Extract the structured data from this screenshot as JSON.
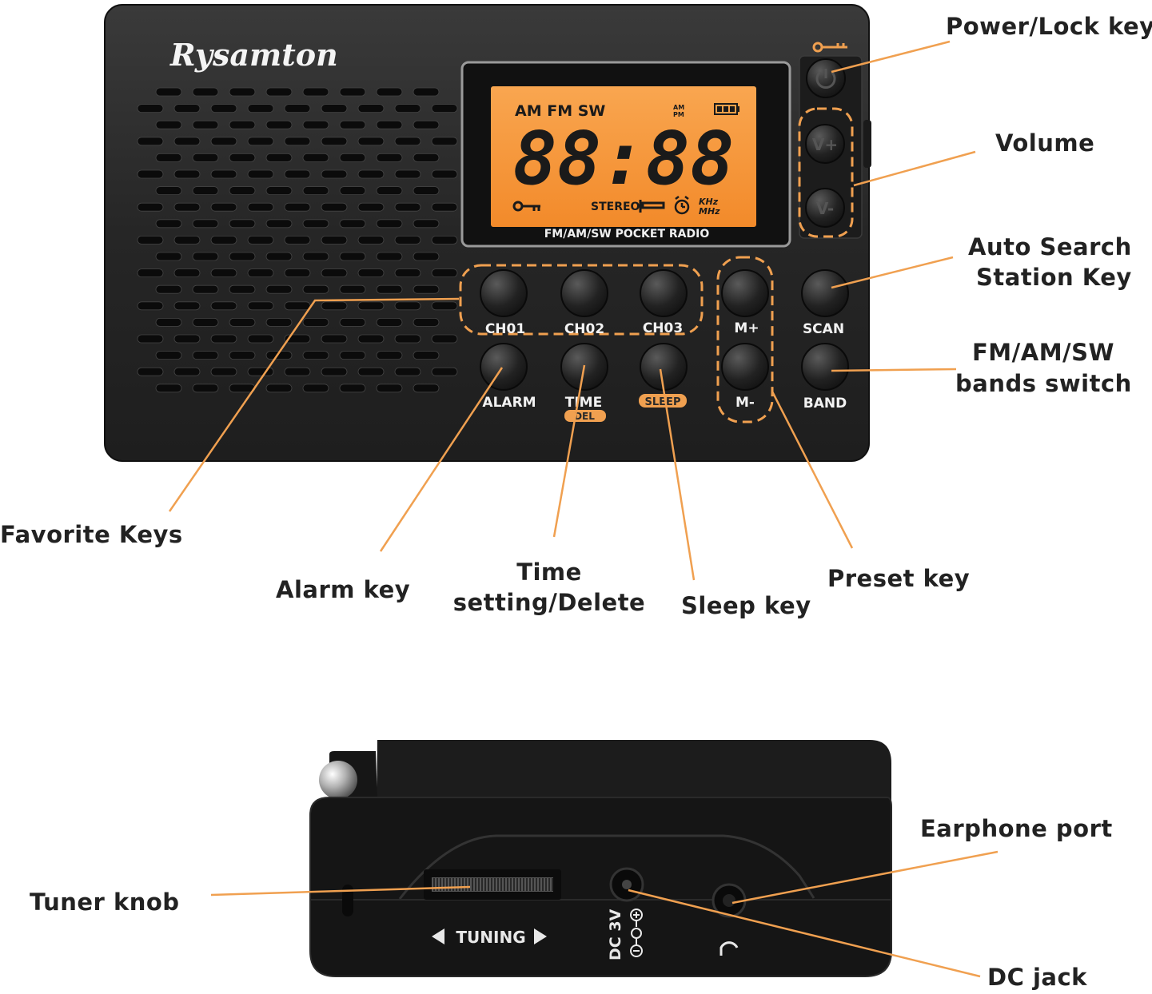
{
  "colors": {
    "accent": "#f0a050",
    "lcd": "#f79a3c",
    "body": "#2a2a2a",
    "label_text": "#222222"
  },
  "device": {
    "brand": "Rysamton",
    "lcd_modes": "AM FM SW",
    "lcd_digits": "88:88",
    "lcd_ampm": "AM\nPM",
    "lcd_stereo": "STEREO",
    "lcd_units": [
      "KHz",
      "MHz"
    ],
    "lcd_caption": "FM/AM/SW POCKET RADIO",
    "buttons": {
      "ch01": "CH01",
      "ch02": "CH02",
      "ch03": "CH03",
      "m_plus": "M+",
      "scan": "SCAN",
      "alarm": "ALARM",
      "time": "TIME",
      "del": "DEL",
      "sleep": "SLEEP",
      "m_minus": "M-",
      "band": "BAND",
      "vol_up": "V+",
      "vol_down": "V-"
    },
    "side": {
      "tuning": "TUNING",
      "dc": "DC 3V"
    }
  },
  "callouts": {
    "power_lock": "Power/Lock key",
    "volume": "Volume",
    "auto_search": [
      "Auto Search",
      "Station Key"
    ],
    "bands_switch": [
      "FM/AM/SW",
      "bands switch"
    ],
    "favorite_keys": "Favorite Keys",
    "alarm_key": "Alarm key",
    "time_setting": [
      "Time",
      "setting/Delete"
    ],
    "sleep_key": "Sleep key",
    "preset_key": "Preset key",
    "tuner_knob": "Tuner knob",
    "earphone_port": "Earphone port",
    "dc_jack": "DC jack"
  }
}
